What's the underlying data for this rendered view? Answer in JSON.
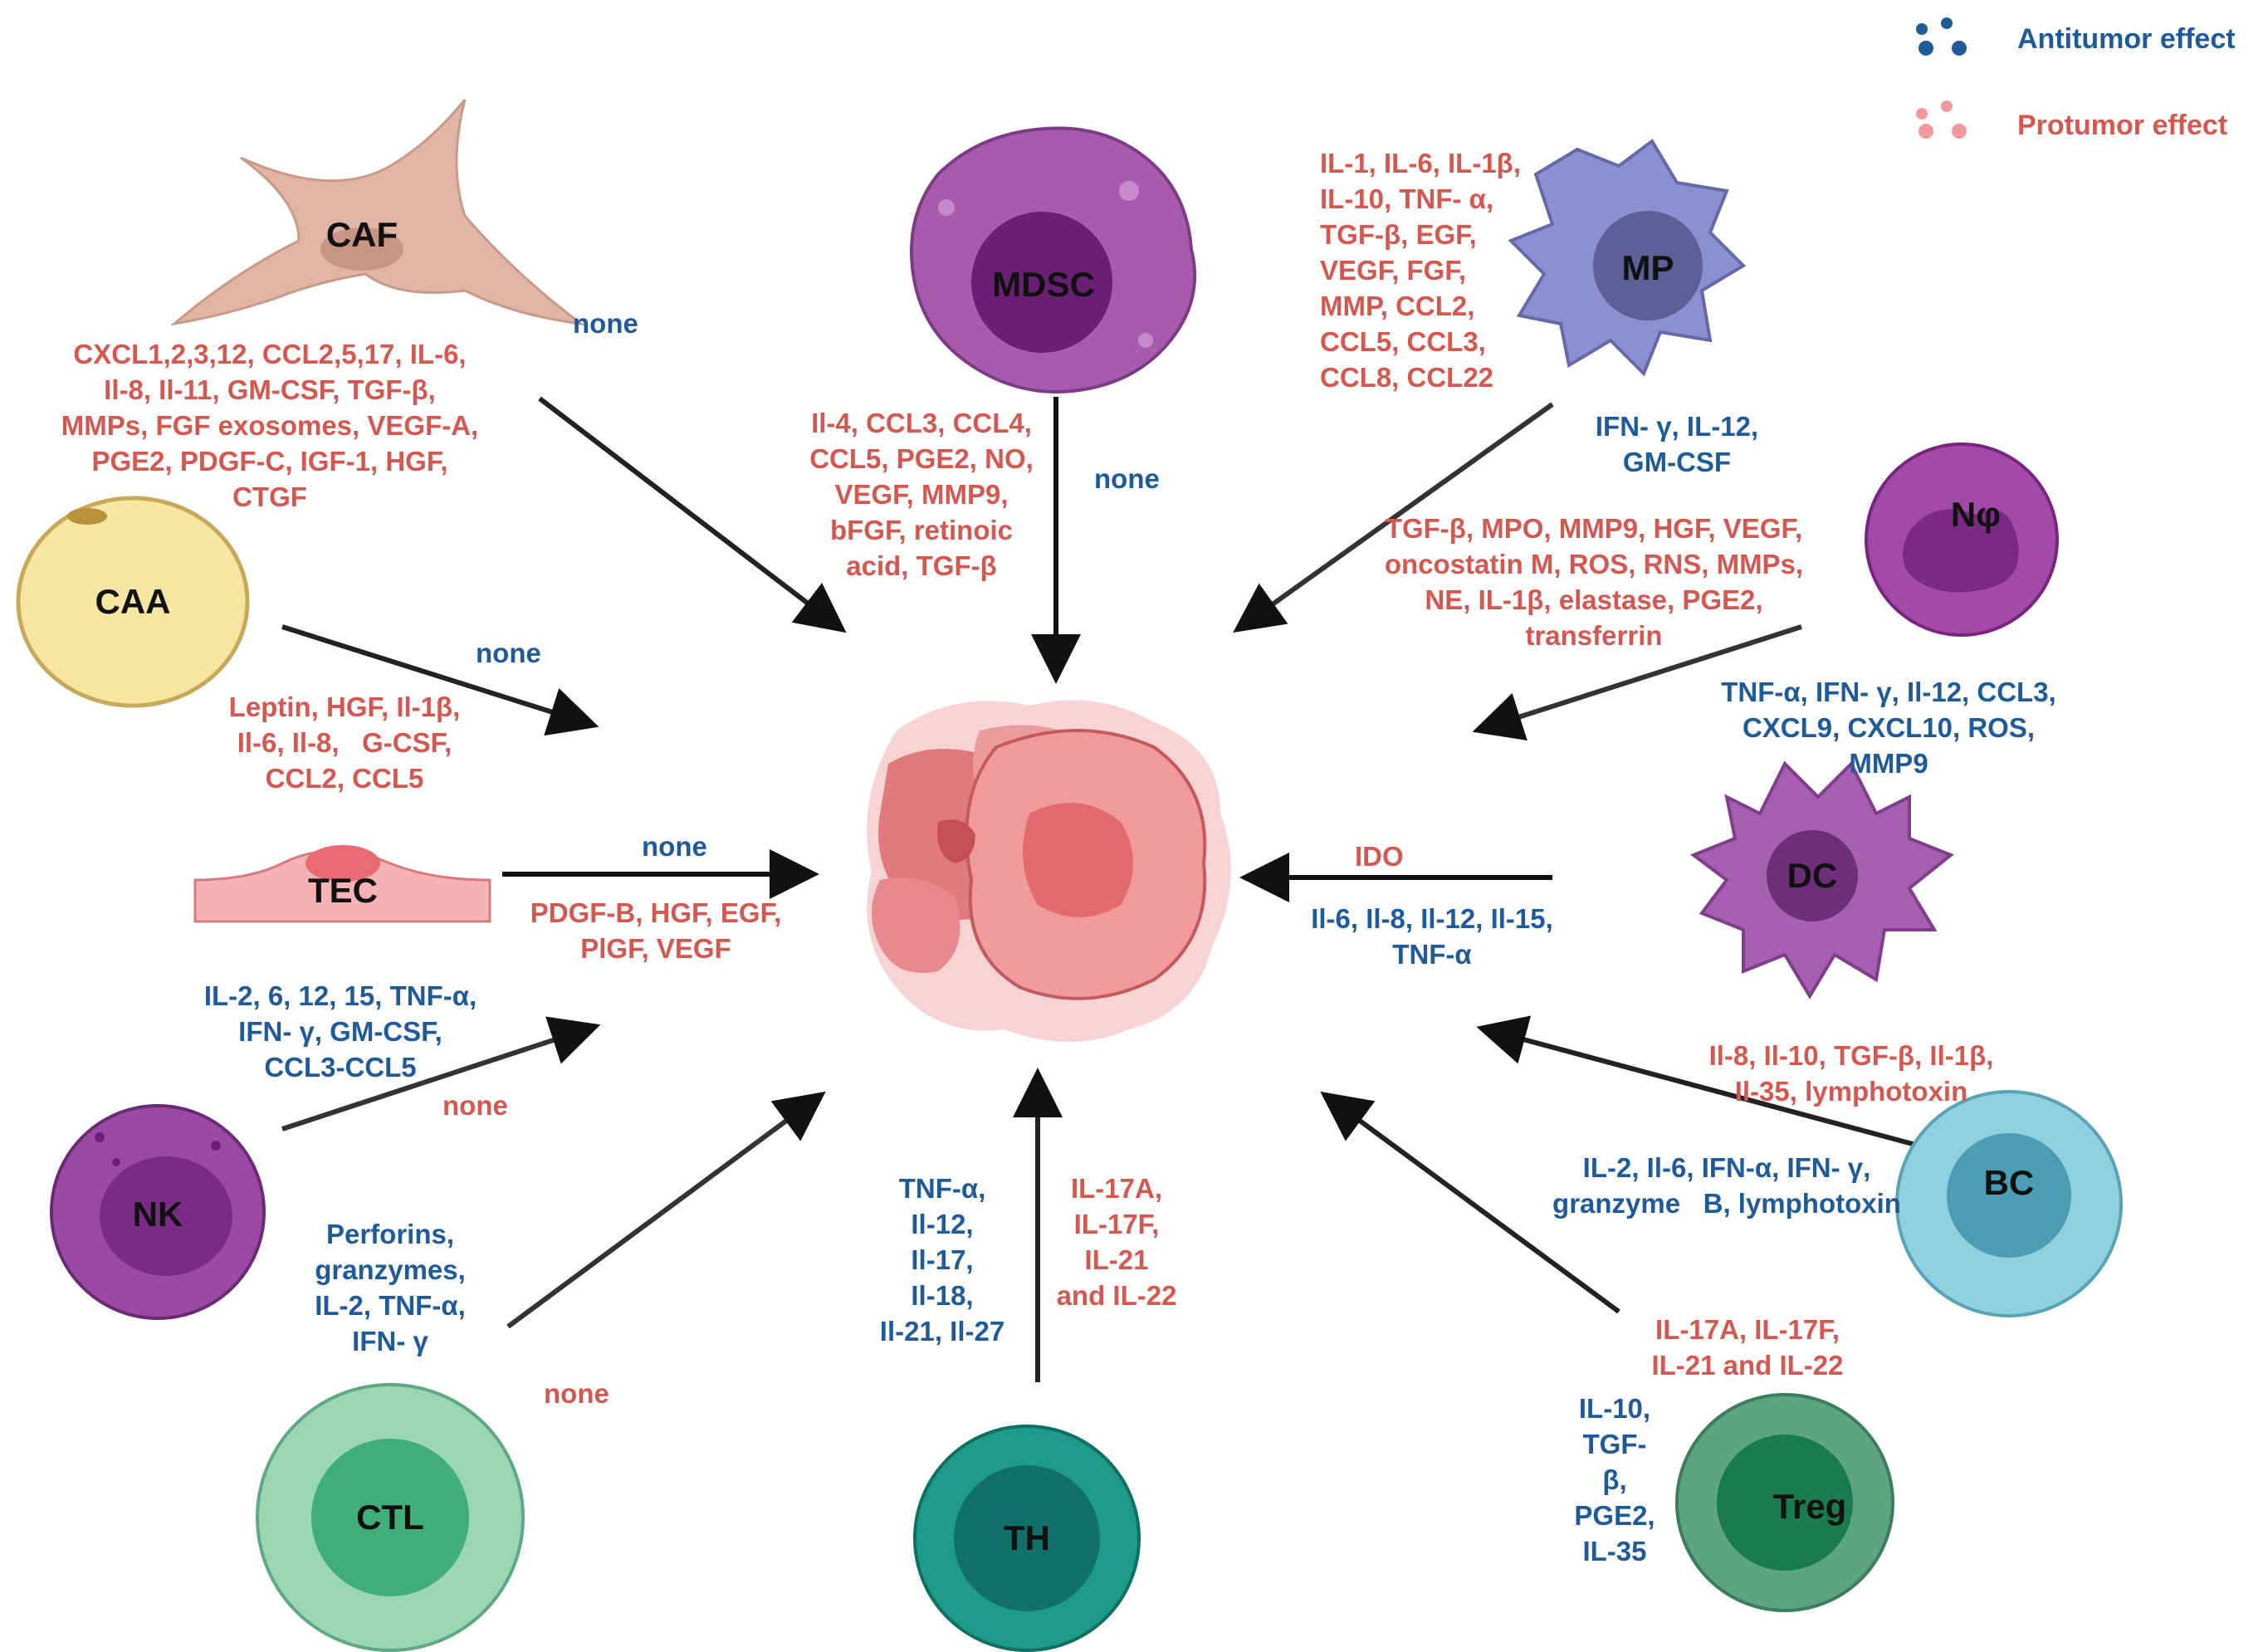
{
  "legend": {
    "antitumor": {
      "label": "Antitumor effect",
      "color": "#1f5b9a"
    },
    "protumor": {
      "label": "Protumor effect",
      "color": "#d4584f"
    }
  },
  "cells": {
    "caf": "CAF",
    "caa": "CAA",
    "tec": "TEC",
    "nk": "NK",
    "ctl": "CTL",
    "th": "TH",
    "mdsc": "MDSC",
    "mp": "MP",
    "nphi": "Nφ",
    "dc": "DC",
    "bc": "BC",
    "treg": "Treg"
  },
  "labels": {
    "caf_pro": "CXCL1,2,3,12, CCL2,5,17, IL-6,\nIl-8, Il-11, GM-CSF, TGF-β,\nMMPs, FGF exosomes, VEGF-A,\nPGE2, PDGF-C, IGF-1, HGF,\nCTGF",
    "caf_anti": "none",
    "caa_anti": "none",
    "caa_pro": "Leptin, HGF, Il-1β,\nIl-6, Il-8,   G-CSF,\nCCL2, CCL5",
    "tec_anti": "none",
    "tec_pro": "PDGF-B, HGF, EGF,\nPlGF, VEGF",
    "nk_anti": "IL-2, 6, 12, 15, TNF-α,\nIFN- γ, GM-CSF,\nCCL3-CCL5",
    "nk_pro": "none",
    "ctl_anti": "Perforins,\ngranzymes,\nIL-2, TNF-α,\nIFN- γ",
    "ctl_pro": "none",
    "th_anti": "TNF-α,\nIl-12,\nIl-17,\nIl-18,\nIl-21, Il-27",
    "th_pro": "IL-17A,\nIL-17F,\nIL-21\nand IL-22",
    "mdsc_pro": "Il-4, CCL3, CCL4,\nCCL5, PGE2, NO,\nVEGF, MMP9,\nbFGF, retinoic\nacid, TGF-β",
    "mdsc_anti": "none",
    "mp_pro": "IL-1, IL-6, IL-1β,\nIL-10, TNF- α,\nTGF-β, EGF,\nVEGF, FGF,\nMMP, CCL2,\nCCL5, CCL3,\nCCL8, CCL22",
    "mp_anti": "IFN- γ, IL-12,\nGM-CSF",
    "nphi_pro": "TGF-β, MPO, MMP9, HGF, VEGF,\noncostatin M, ROS, RNS, MMPs,\nNE, IL-1β, elastase, PGE2,\ntransferrin",
    "nphi_anti": "TNF-α, IFN- γ, Il-12, CCL3,\nCXCL9, CXCL10, ROS,\nMMP9",
    "dc_pro": "IDO",
    "dc_anti": "Il-6, Il-8, Il-12, Il-15,\nTNF-α",
    "bc_pro": "Il-8, Il-10, TGF-β, Il-1β,\nIl-35, lymphotoxin",
    "bc_anti": "IL-2, Il-6, IFN-α, IFN- γ,\ngranzyme   B, lymphotoxin",
    "treg_pro": "IL-17A, IL-17F,\nIL-21 and IL-22",
    "treg_anti": "IL-10,\nTGF-\nβ,\nPGE2,\nIL-35"
  },
  "colors": {
    "antitumor_text": "#1f5b9a",
    "protumor_text": "#d4584f",
    "arrow": "#111111"
  },
  "icons": {
    "antitumor_dots": "blue-dots-icon",
    "protumor_dots": "pink-dots-icon"
  }
}
